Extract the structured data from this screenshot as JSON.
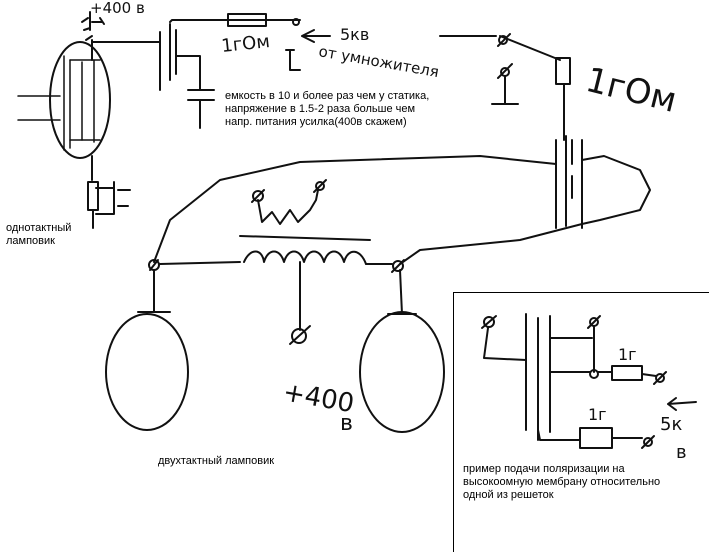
{
  "handwritten": {
    "plus_400v": "+400 в",
    "res_top": "1гОм",
    "five_kv": "5кв",
    "from_multiplier": "от умножителя",
    "res_big": "1гОм",
    "plus_400_bottom": "+400",
    "v_bottom": "в",
    "inset_res_top": "1г",
    "inset_res_bottom": "1г",
    "inset_5": "5к",
    "inset_v": "в"
  },
  "notes": {
    "capacitor": "емкость в 10 и более раз чем у статика, напряжение в 1.5-2 раза больше чем напр. питания усилка(400в скажем)",
    "single_ended": "однотактный ламповик",
    "push_pull": "двухтактный ламповик",
    "polarization": "пример подачи поляризации на высокоомную мембрану относительно одной из решеток"
  },
  "colors": {
    "ink": "#111111",
    "background": "#ffffff"
  }
}
